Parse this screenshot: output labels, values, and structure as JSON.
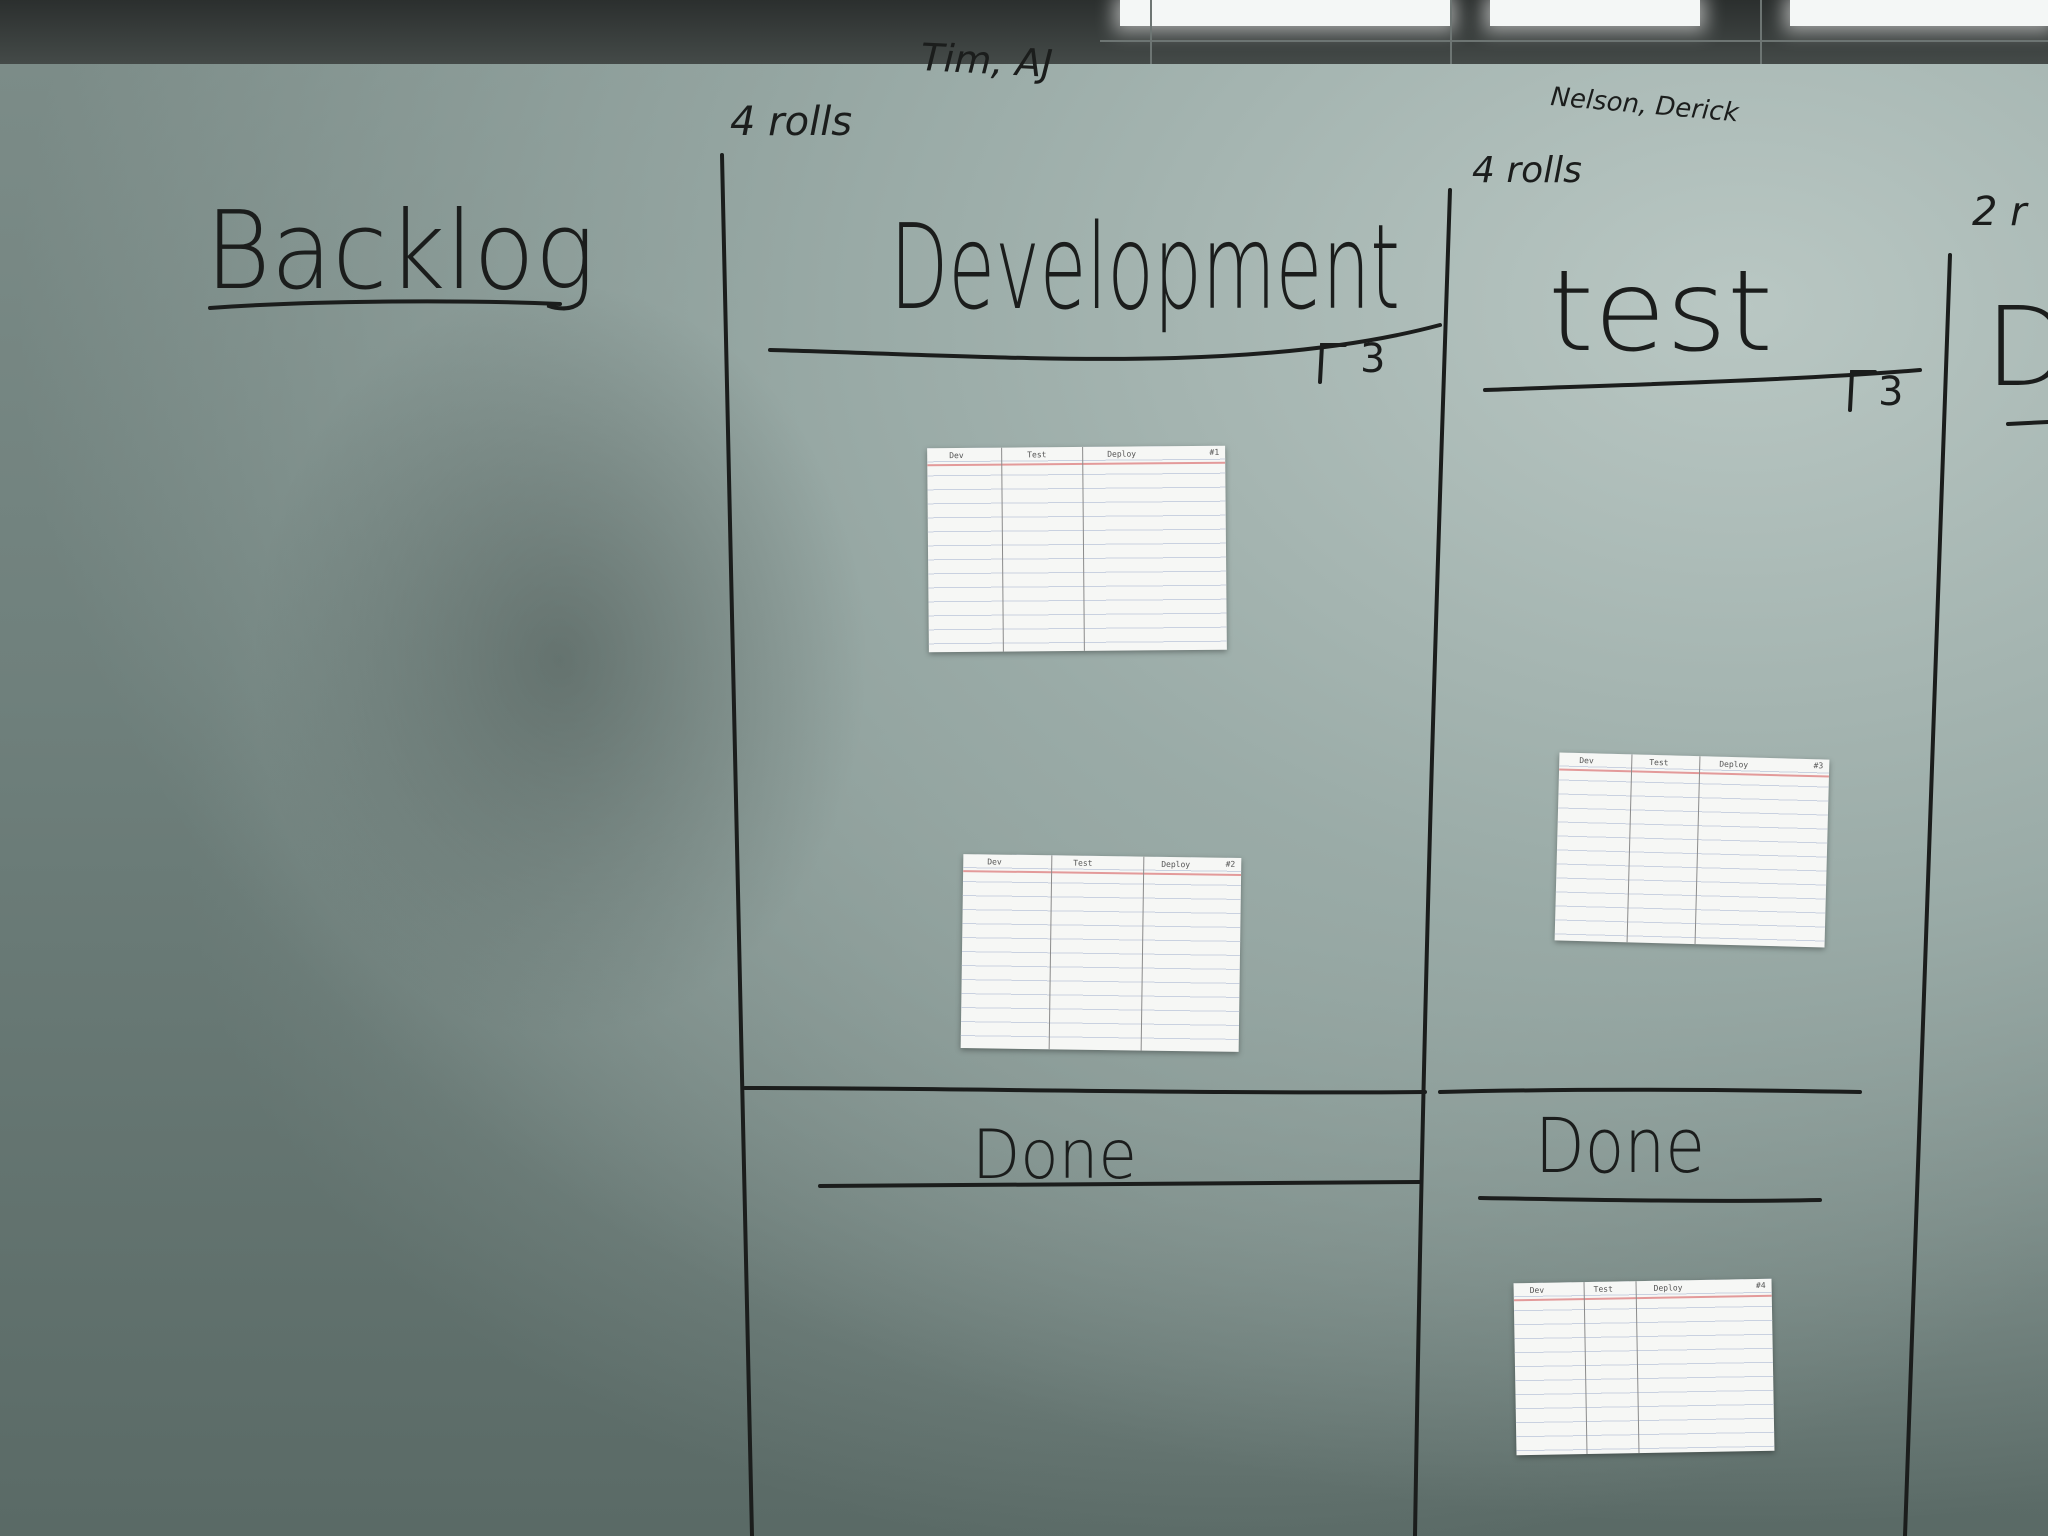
{
  "board": {
    "names": {
      "dev_team": "Tim, AJ",
      "test_team": "Nelson, Derick"
    },
    "capacity": {
      "development": "4 rolls",
      "test": "4 rolls",
      "next": "2 r"
    },
    "columns": {
      "backlog": "Backlog",
      "development": "Development",
      "test": "test",
      "next": "D"
    },
    "wip_limits": {
      "development": "3",
      "test": "3"
    },
    "done_lanes": {
      "development": "Done",
      "test": "Done"
    }
  },
  "cards": [
    {
      "lane": "development",
      "headers": [
        "Dev",
        "Test",
        "Deploy"
      ],
      "number": "#1"
    },
    {
      "lane": "development",
      "headers": [
        "Dev",
        "Test",
        "Deploy"
      ],
      "number": "#2"
    },
    {
      "lane": "test",
      "headers": [
        "Dev",
        "Test",
        "Deploy"
      ],
      "number": "#3"
    },
    {
      "lane": "test-done",
      "headers": [
        "Dev",
        "Test",
        "Deploy"
      ],
      "number": "#4"
    }
  ],
  "colors": {
    "board": "#7d8d89",
    "marker": "#1b1d1c",
    "card": "#f6f7f5",
    "card_header_line": "#e39a9a"
  }
}
